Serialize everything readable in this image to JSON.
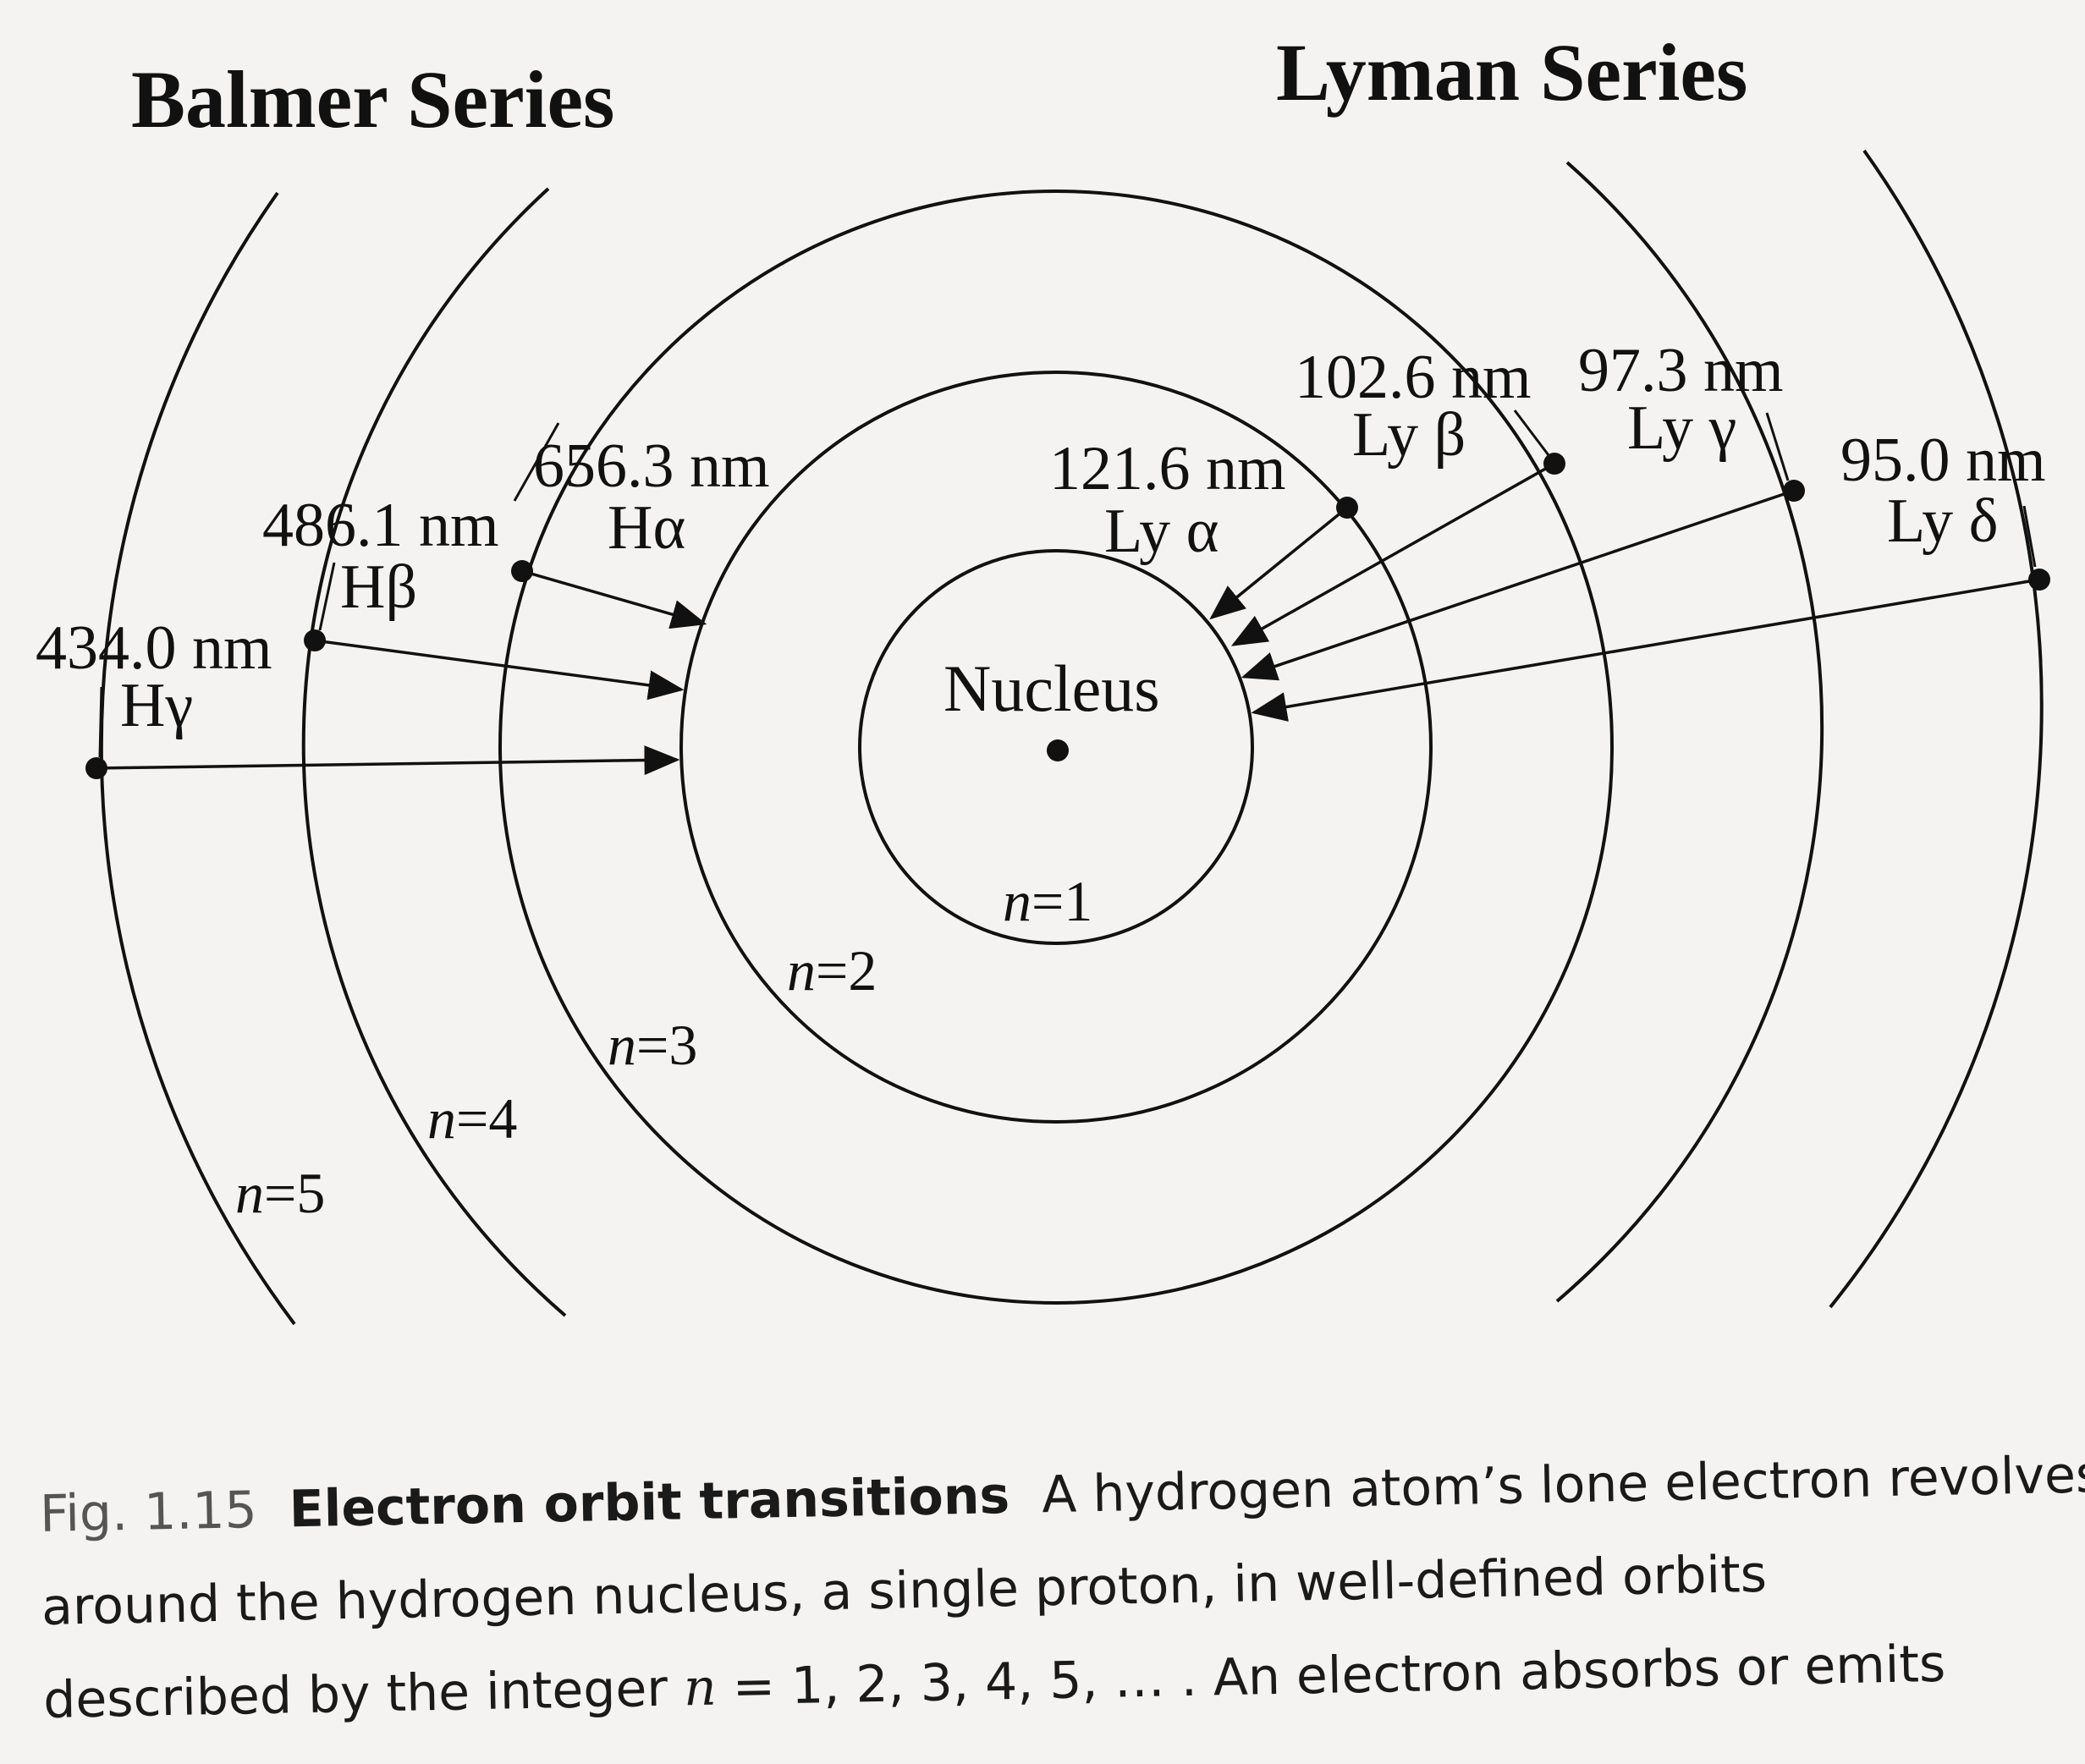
{
  "titles": {
    "balmer": "Balmer Series",
    "lyman": "Lyman Series"
  },
  "nucleus_label": "Nucleus",
  "orbit_labels": {
    "n1": "n=1",
    "n2": "n=2",
    "n3": "n=3",
    "n4": "n=4",
    "n5": "n=5"
  },
  "balmer_lines": [
    {
      "wavelength": "656.3 nm",
      "name": "Hα"
    },
    {
      "wavelength": "486.1 nm",
      "name": "Hβ"
    },
    {
      "wavelength": "434.0 nm",
      "name": "Hγ"
    }
  ],
  "lyman_lines": [
    {
      "wavelength": "121.6 nm",
      "name": "Ly α"
    },
    {
      "wavelength": "102.6 nm",
      "name": "Ly β"
    },
    {
      "wavelength": "97.3 nm",
      "name": "Ly γ"
    },
    {
      "wavelength": "95.0 nm",
      "name": "Ly δ"
    }
  ],
  "caption": {
    "fig_number": "Fig. 1.15",
    "title": "Electron orbit transitions",
    "line1_text": "A hydrogen atom’s lone electron revolves",
    "line2_text": "around the hydrogen nucleus, a single proton, in well-defined orbits",
    "line3_pre": "described by the integer",
    "line3_math": "n",
    "line3_values": "= 1, 2, 3, 4, 5, … .",
    "line3_post": "An electron absorbs or emits"
  }
}
